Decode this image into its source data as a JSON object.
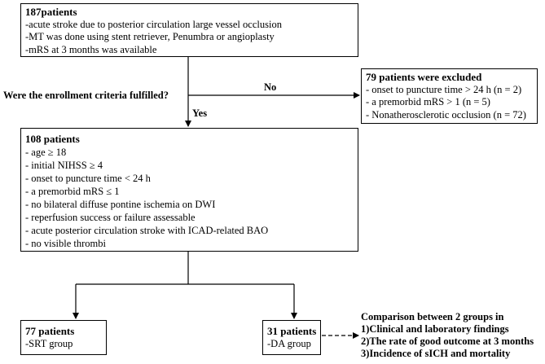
{
  "initial_box": {
    "title": "187patients",
    "lines": [
      "-acute stroke due to posterior circulation large vessel occlusion",
      "-MT was done using stent retriever, Penumbra or angioplasty",
      "-mRS at 3 months was available"
    ]
  },
  "question": "Were the enrollment criteria fulfilled?",
  "branch_no": "No",
  "branch_yes": "Yes",
  "excluded_box": {
    "title": "79 patients were excluded",
    "lines": [
      "- onset to puncture time > 24 h (n = 2)",
      "- a premorbid mRS > 1 (n = 5)",
      "- Nonatherosclerotic occlusion (n = 72)"
    ]
  },
  "enrolled_box": {
    "title": "108 patients",
    "lines": [
      "- age ≥ 18",
      "- initial  NIHSS ≥ 4",
      "- onset to puncture time < 24 h",
      "- a premorbid mRS ≤ 1",
      "- no bilateral diffuse pontine ischemia on DWI",
      "- reperfusion success or failure assessable",
      "- acute posterior circulation stroke with ICAD-related BAO",
      "- no visible thrombi"
    ]
  },
  "srt_box": {
    "title": "77 patients",
    "lines": [
      "-SRT group"
    ]
  },
  "da_box": {
    "title": "31 patients",
    "lines": [
      "-DA group"
    ]
  },
  "comparison": {
    "heading": "Comparison between 2 groups in",
    "items": [
      "1)Clinical and laboratory findings",
      "2)The rate of good outcome at 3 months",
      "3)Incidence of sICH and mortality"
    ]
  }
}
